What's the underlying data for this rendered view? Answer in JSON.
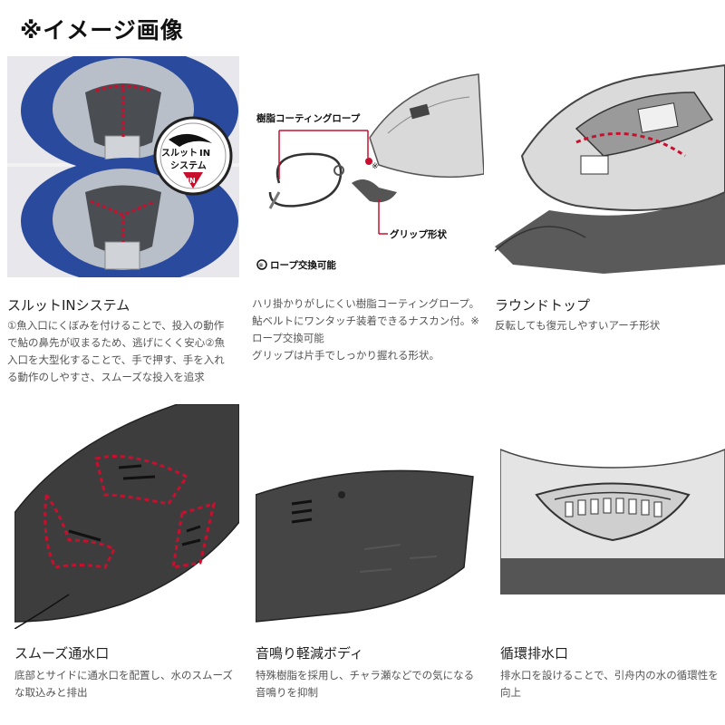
{
  "header": {
    "title": "※イメージ画像"
  },
  "features": [
    {
      "title": "スルットINシステム",
      "badge": {
        "line1": "スルット",
        "line1b": "IN",
        "line2": "システム",
        "mark": "IN"
      },
      "desc": [
        "①魚入口にくぼみを付けることで、投入の動作",
        "で鮎の鼻先が収まるため、逃げにくく安心②魚",
        "入口を大型化することで、手で押す、手を入れ",
        "る動作のしやすさ、スムーズな投入を追求"
      ]
    },
    {
      "title": "",
      "labels": {
        "rope": "樹脂コーティングロープ",
        "note_mark": "※",
        "grip": "グリップ形状",
        "replace_mark": "※",
        "replace": "ロープ交換可能"
      },
      "desc": [
        "ハリ掛かりがしにくい樹脂コーティングロープ。",
        "鮎ベルトにワンタッチ装着できるナスカン付。※",
        "ロープ交換可能",
        "グリップは片手でしっかり握れる形状。"
      ]
    },
    {
      "title": "ラウンドトップ",
      "desc": [
        "反転しても復元しやすいアーチ形状"
      ]
    },
    {
      "title": "スムーズ通水口",
      "desc": [
        "底部とサイドに通水口を配置し、水のスムーズ",
        "な取込みと排出"
      ]
    },
    {
      "title": "音鳴り軽減ボディ",
      "desc": [
        "特殊樹脂を採用し、チャラ瀬などでの気になる",
        "音鳴りを抑制"
      ]
    },
    {
      "title": "循環排水口",
      "desc": [
        "排水口を設けることで、引舟内の水の循環性を",
        "向上"
      ]
    }
  ],
  "colors": {
    "accent": "#c8102e",
    "body_dark": "#3a3a3a",
    "body_light": "#e6e6e6",
    "blue": "#3455a8"
  }
}
